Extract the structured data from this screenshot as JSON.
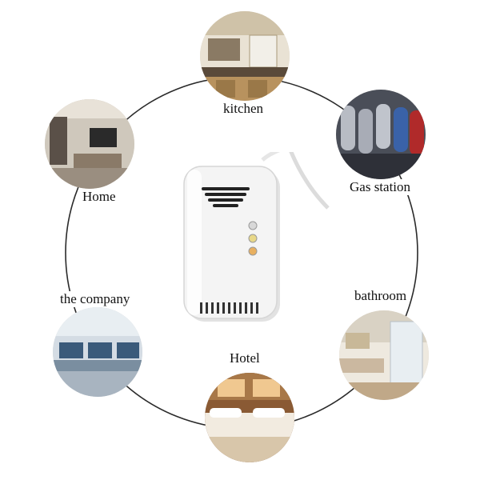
{
  "locations": [
    {
      "key": "kitchen",
      "label": "kitchen",
      "icon": "kitchen-photo"
    },
    {
      "key": "gas-station",
      "label": "Gas station",
      "icon": "gas-cylinders-photo"
    },
    {
      "key": "bathroom",
      "label": "bathroom",
      "icon": "bathroom-photo"
    },
    {
      "key": "hotel",
      "label": "Hotel",
      "icon": "hotel-room-photo"
    },
    {
      "key": "company",
      "label": "the company",
      "icon": "office-photo"
    },
    {
      "key": "home",
      "label": "Home",
      "icon": "living-room-photo"
    }
  ],
  "device": {
    "icon": "gas-detector-device"
  },
  "colors": {
    "ring": "#2a2a2a",
    "device_body": "#f4f4f4"
  }
}
